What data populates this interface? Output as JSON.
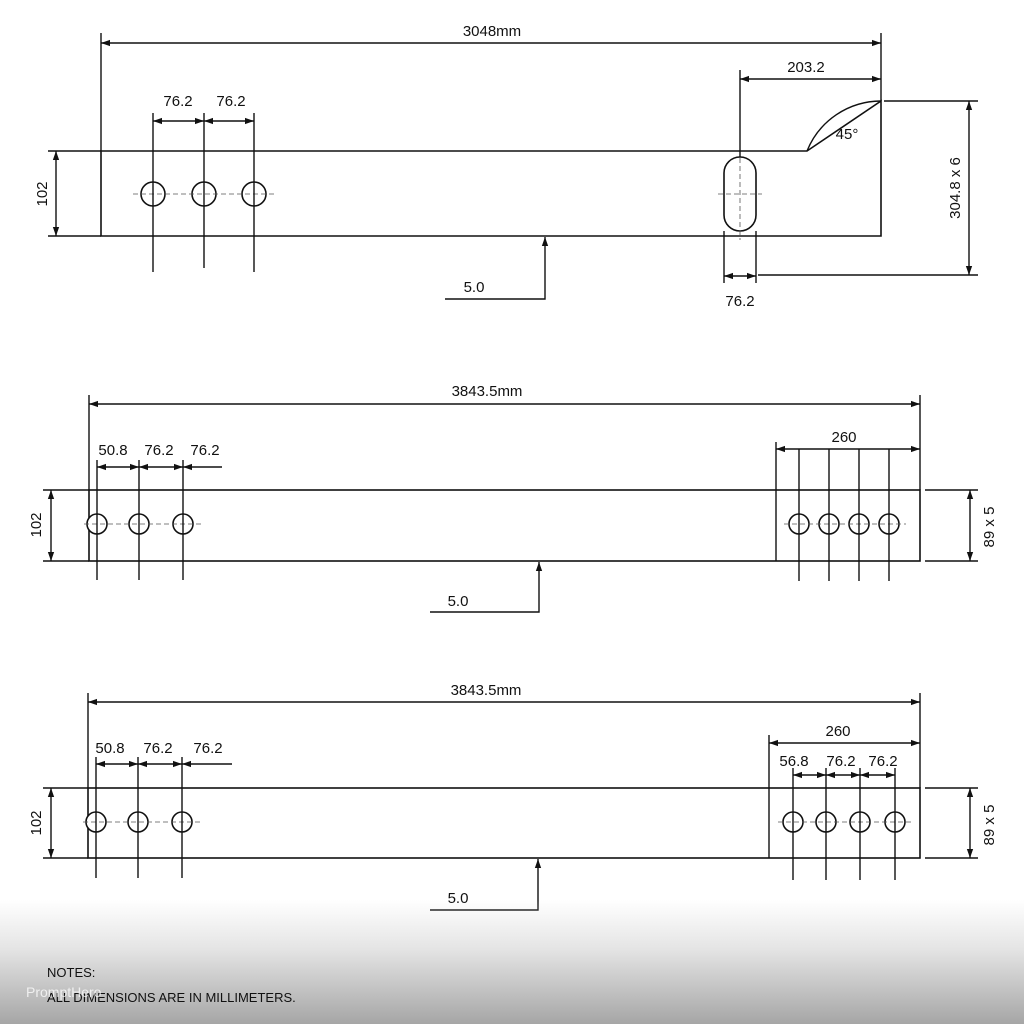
{
  "part1": {
    "overall_length": "3048mm",
    "hole_pitch_1": "76.2",
    "hole_pitch_2": "76.2",
    "end_offset": "203.2",
    "angle": "45°",
    "height": "102",
    "side_dim": "304.8 x 6",
    "thickness": "5.0",
    "slot_width": "76.2"
  },
  "part2": {
    "overall_length": "3843.5mm",
    "hole_offset": "50.8",
    "hole_pitch_1": "76.2",
    "hole_pitch_2": "76.2",
    "end_section": "260",
    "height": "102",
    "side_dim": "89 x 5",
    "thickness": "5.0"
  },
  "part3": {
    "overall_length": "3843.5mm",
    "hole_offset": "50.8",
    "hole_pitch_1": "76.2",
    "hole_pitch_2": "76.2",
    "end_section": "260",
    "end_hole_offset": "56.8",
    "end_hole_pitch_1": "76.2",
    "end_hole_pitch_2": "76.2",
    "height": "102",
    "side_dim": "89 x 5",
    "thickness": "5.0"
  },
  "notes": {
    "heading": "NOTES:",
    "line1": "ALL DIMENSIONS ARE IN MILLIMETERS."
  },
  "watermark": "PromptHero"
}
